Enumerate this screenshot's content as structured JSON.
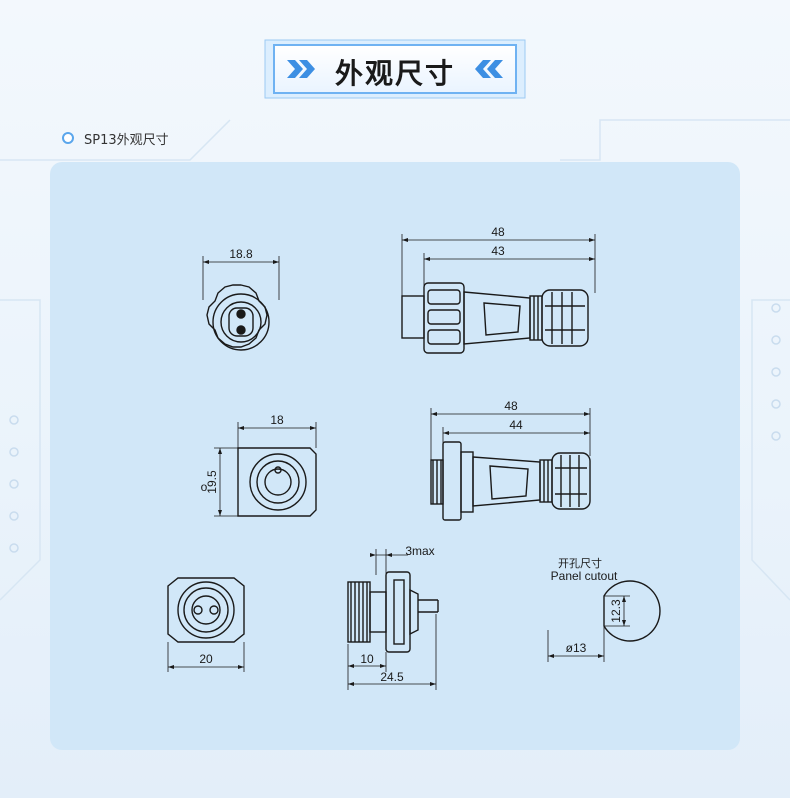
{
  "header": {
    "title": "外观尺寸"
  },
  "section": {
    "label": "SP13外观尺寸"
  },
  "colors": {
    "accent": "#5aa6ec",
    "panel": "#d1e7f8",
    "line": "#1a1a1a"
  },
  "dimensions": {
    "view1_width": "18.8",
    "view2_overall": "48",
    "view2_body": "43",
    "view3_width": "18",
    "view3_height": "19.5",
    "view3_marker": "o",
    "view4_overall": "48",
    "view4_body": "44",
    "view5_width": "20",
    "view6_max": "3max",
    "view6_thread": "10",
    "view6_overall": "24.5",
    "cutout_title_cn": "开孔尺寸",
    "cutout_title_en": "Panel cutout",
    "cutout_flat": "12.3",
    "cutout_diameter": "ø13"
  }
}
